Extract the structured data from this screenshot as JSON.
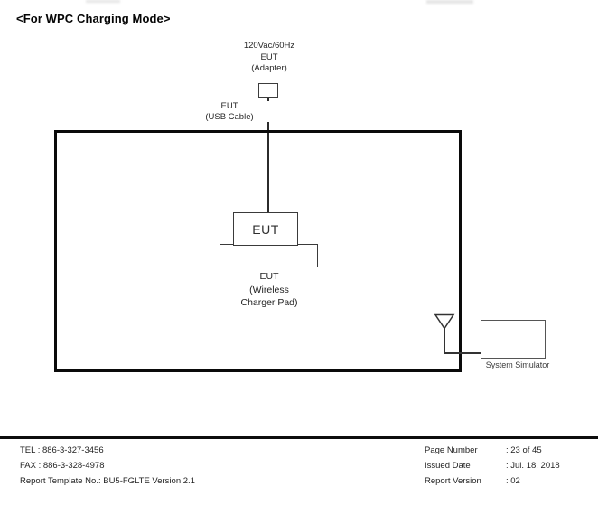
{
  "header": {
    "title": "<For WPC Charging Mode>"
  },
  "diagram": {
    "adapter_label": {
      "line1": "120Vac/60Hz",
      "line2": "EUT",
      "line3": "(Adapter)"
    },
    "usb_label": {
      "line1": "EUT",
      "line2": "(USB Cable)"
    },
    "eut_device_label": "EUT",
    "charger_pad_label": {
      "line1": "EUT",
      "line2": "(Wireless",
      "line3": "Charger Pad)"
    },
    "system_simulator_label": "System Simulator"
  },
  "footer": {
    "left_lines": [
      "TEL : 886-3-327-3456",
      "FAX : 886-3-328-4978",
      "Report Template No.: BU5-FGLTE Version 2.1"
    ],
    "right_rows": [
      {
        "label": "Page Number",
        "value": ": 23 of 45"
      },
      {
        "label": "Issued Date",
        "value": ": Jul. 18, 2018"
      },
      {
        "label": "Report Version",
        "value": ": 02"
      }
    ]
  },
  "colors": {
    "chamber_border": "#0a0a0a",
    "thin_box_border": "#3a3a3a",
    "text": "#1a1a1a",
    "background": "#ffffff"
  }
}
